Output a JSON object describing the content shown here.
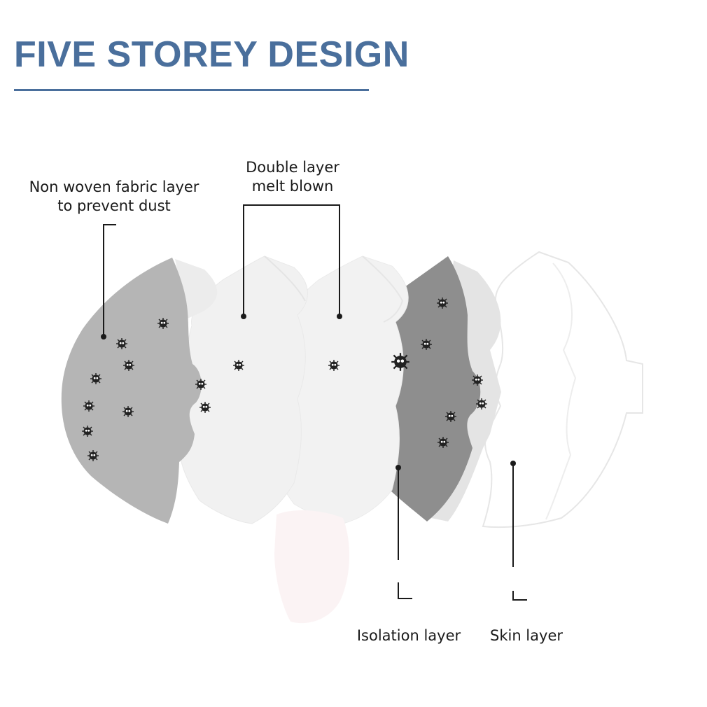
{
  "title": "FIVE STOREY DESIGN",
  "colors": {
    "title": "#4a6f9c",
    "outer_layer": "#b5b5b5",
    "melt_blown_layer": "#f2f2f2",
    "isolation_layer": "#8e8e8e",
    "skin_layer": "#ffffff"
  },
  "labels": {
    "outer_layer": [
      "Non woven fabric layer",
      "to prevent dust"
    ],
    "melt_blown": [
      "Double layer",
      "melt blown"
    ],
    "isolation": "Isolation layer",
    "skin": "Skin layer"
  }
}
